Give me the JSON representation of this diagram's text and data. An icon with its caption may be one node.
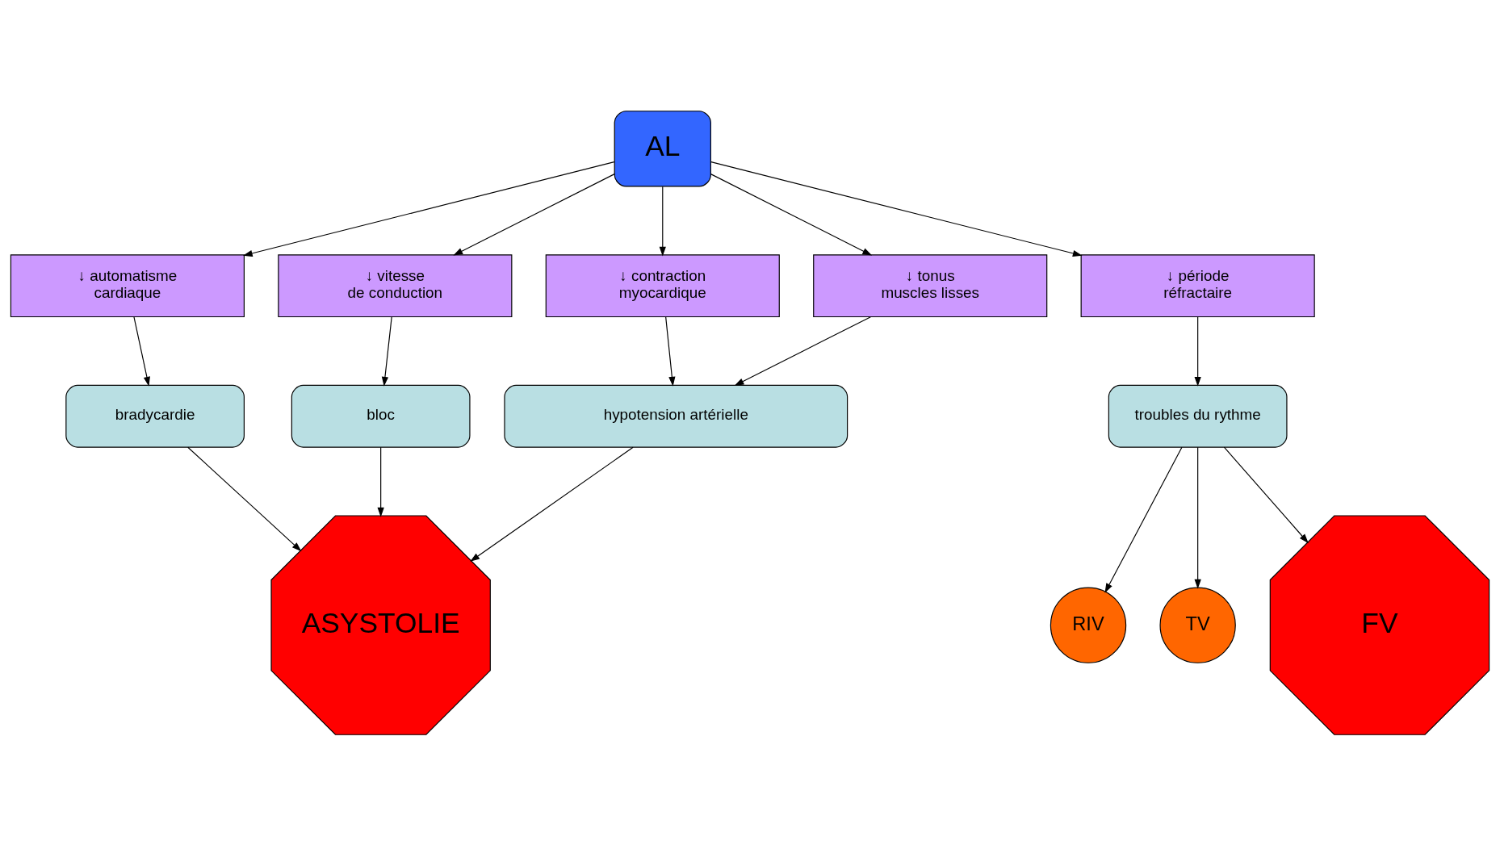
{
  "diagram": {
    "nodes": [
      {
        "text": [
          "AL"
        ]
      },
      {
        "text": [
          "↓ automatisme cardiaque"
        ]
      },
      {
        "text": [
          "↓ vitesse de conduction"
        ]
      },
      {
        "text": [
          "↓ contraction myocardique"
        ]
      },
      {
        "text": [
          "↓ tonus muscles lisses"
        ]
      },
      {
        "text": [
          "↓ période réfractaire"
        ]
      },
      {
        "text": [
          "bradycardie"
        ]
      },
      {
        "text": [
          "bloc"
        ]
      },
      {
        "text": [
          "hypotension artérielle"
        ]
      },
      {
        "text": [
          "troubles du rythme"
        ]
      },
      {
        "text": [
          "ASYSTOLIE"
        ]
      },
      {
        "text": [
          "RIV"
        ]
      },
      {
        "text": [
          "TV"
        ]
      },
      {
        "text": [
          "FV"
        ]
      }
    ],
    "edges": [
      {
        "from": 0,
        "to": 1,
        "arrow": "to"
      },
      {
        "from": 0,
        "to": 2,
        "arrow": "to"
      },
      {
        "from": 0,
        "to": 3,
        "arrow": "to"
      },
      {
        "from": 0,
        "to": 4,
        "arrow": "to"
      },
      {
        "from": 0,
        "to": 5,
        "arrow": "to"
      },
      {
        "from": 1,
        "to": 6,
        "arrow": "to"
      },
      {
        "from": 2,
        "to": 7,
        "arrow": "to"
      },
      {
        "from": 3,
        "to": 8,
        "arrow": "to"
      },
      {
        "from": 4,
        "to": 8,
        "arrow": "to"
      },
      {
        "from": 5,
        "to": 9,
        "arrow": "to"
      },
      {
        "from": 6,
        "to": 10,
        "arrow": "to"
      },
      {
        "from": 7,
        "to": 10,
        "arrow": "to"
      },
      {
        "from": 8,
        "to": 10,
        "arrow": "to"
      },
      {
        "from": 9,
        "to": 11,
        "arrow": "to"
      },
      {
        "from": 9,
        "to": 12,
        "arrow": "to"
      },
      {
        "from": 9,
        "to": 13,
        "arrow": "to"
      }
    ]
  }
}
